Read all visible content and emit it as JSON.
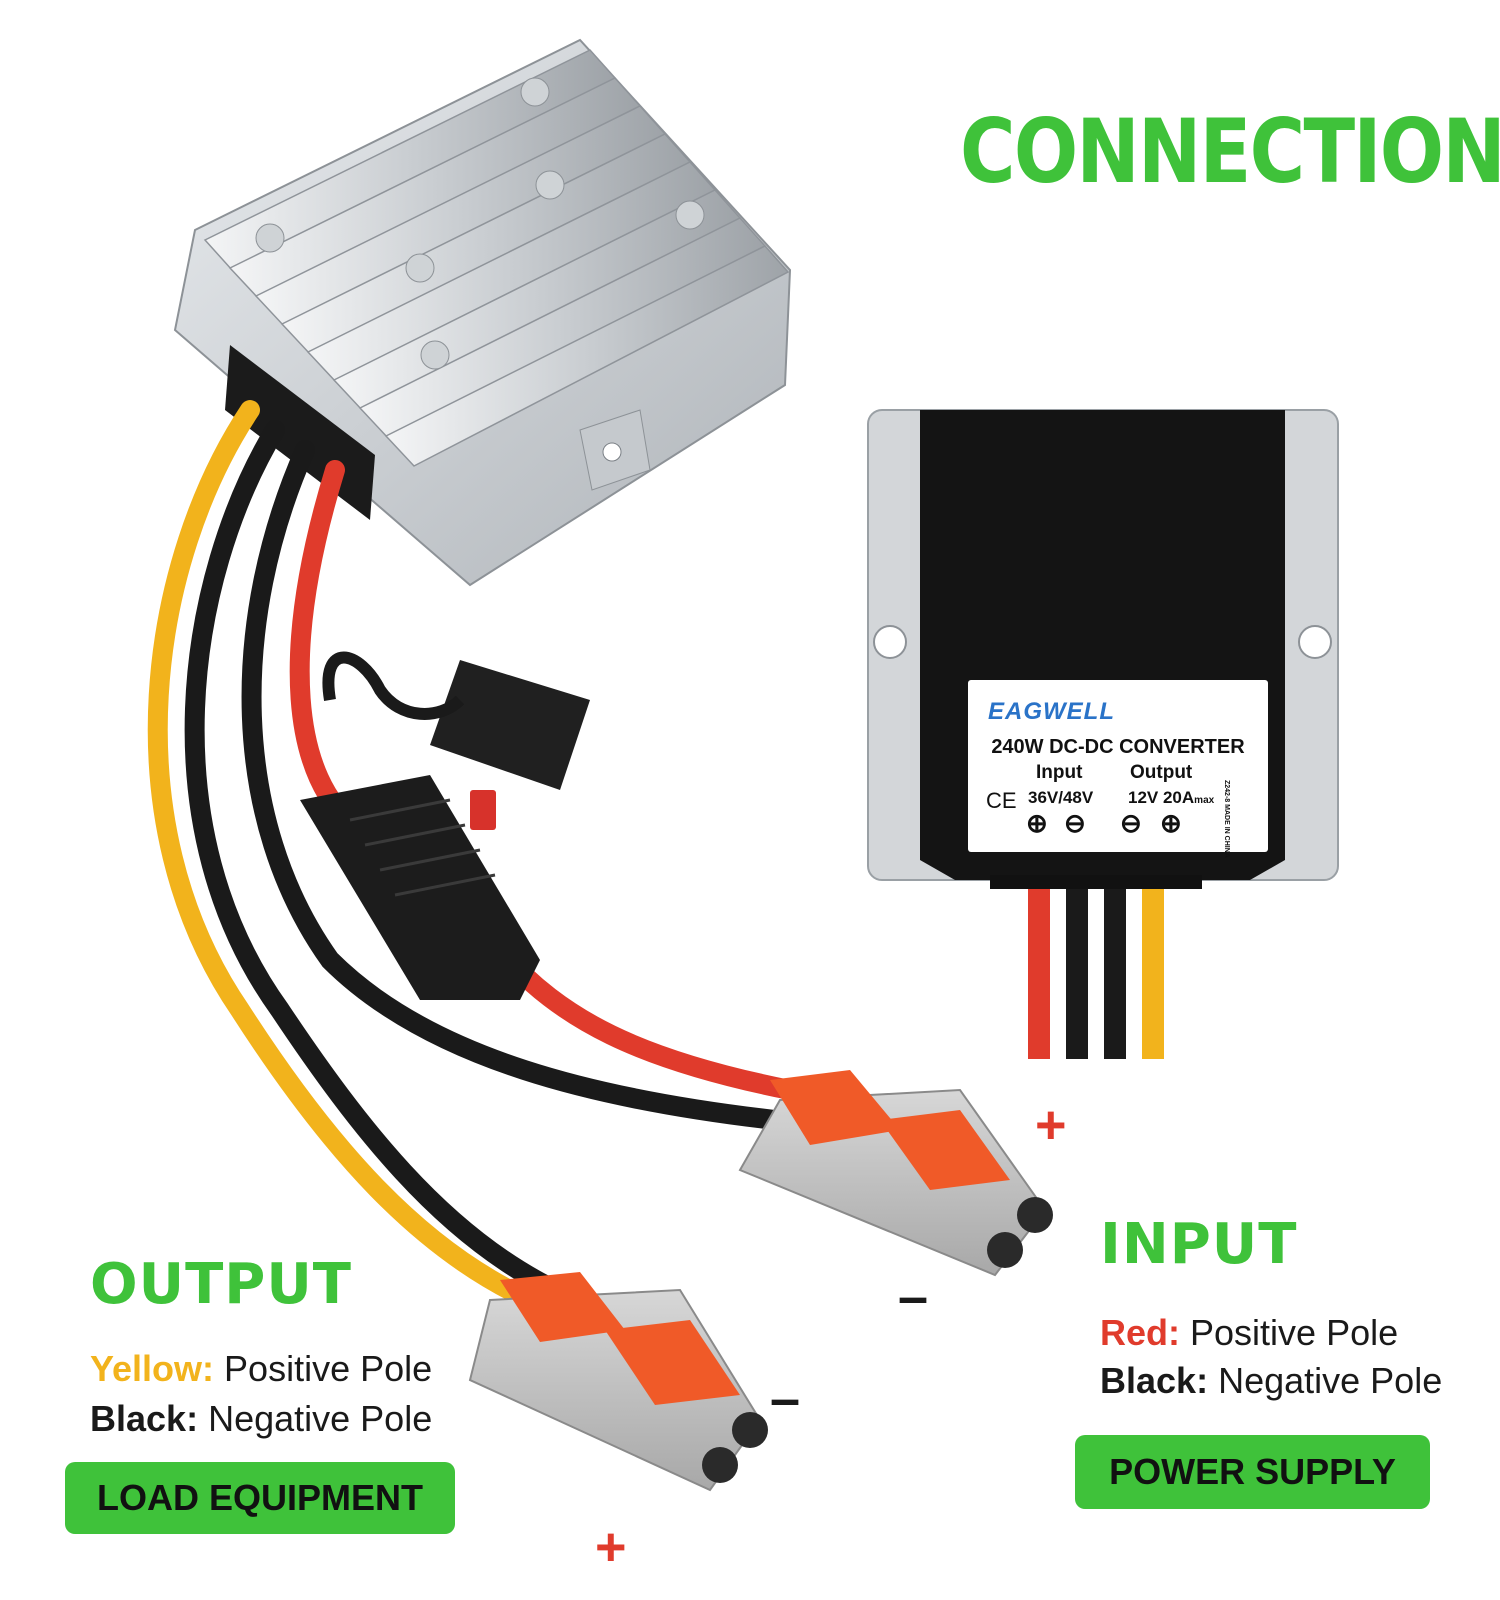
{
  "title": "CONNECTION",
  "product_label": {
    "brand": "EAGWELL",
    "model": "240W DC-DC CONVERTER",
    "input_header": "Input",
    "output_header": "Output",
    "ce_mark": "CE",
    "input_value": "36V/48V",
    "output_value": "12V 20A",
    "output_suffix": "max",
    "symbols": [
      "⊕",
      "⊖",
      "⊖",
      "⊕"
    ],
    "side_code": "Z242-8",
    "side_origin": "MADE IN CHINA"
  },
  "input": {
    "heading": "INPUT",
    "red_label": "Red:",
    "red_desc": "Positive Pole",
    "black_label": "Black:",
    "black_desc": "Negative Pole",
    "button": "POWER SUPPLY",
    "plus_sign": "+",
    "minus_sign": "–"
  },
  "output": {
    "heading": "OUTPUT",
    "yellow_label": "Yellow:",
    "yellow_desc": "Positive Pole",
    "black_label": "Black:",
    "black_desc": "Negative Pole",
    "button": "LOAD EQUIPMENT",
    "plus_sign": "+",
    "minus_sign": "–"
  },
  "colors": {
    "green": "#3fc23a",
    "red": "#e03b2c",
    "yellow": "#f2b31c",
    "black": "#1a1a1a"
  }
}
